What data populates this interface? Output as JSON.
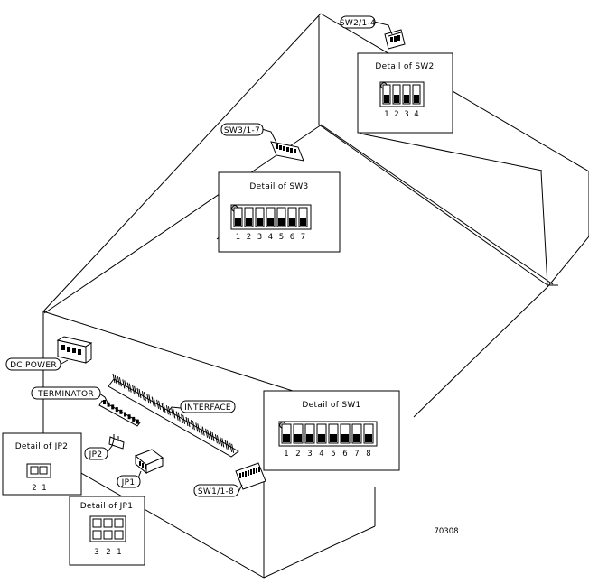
{
  "callouts": {
    "sw2": "SW2/1-4",
    "sw3": "SW3/1-7",
    "dc_power": "DC POWER",
    "terminator": "TERMINATOR",
    "interface": "INTERFACE",
    "jp2": "JP2",
    "jp1": "JP1",
    "sw1": "SW1/1-8"
  },
  "details": {
    "sw2": {
      "title": "Detail of SW2",
      "numbers": [
        "1",
        "2",
        "3",
        "4"
      ]
    },
    "sw3": {
      "title": "Detail of SW3",
      "numbers": [
        "1",
        "2",
        "3",
        "4",
        "5",
        "6",
        "7"
      ]
    },
    "sw1": {
      "title": "Detail of SW1",
      "numbers": [
        "1",
        "2",
        "3",
        "4",
        "5",
        "6",
        "7",
        "8"
      ]
    },
    "jp2": {
      "title": "Detail of JP2",
      "numbers": [
        "2",
        "1"
      ]
    },
    "jp1": {
      "title": "Detail of JP1",
      "numbers": [
        "3",
        "2",
        "1"
      ]
    }
  },
  "figure_id": "70308"
}
